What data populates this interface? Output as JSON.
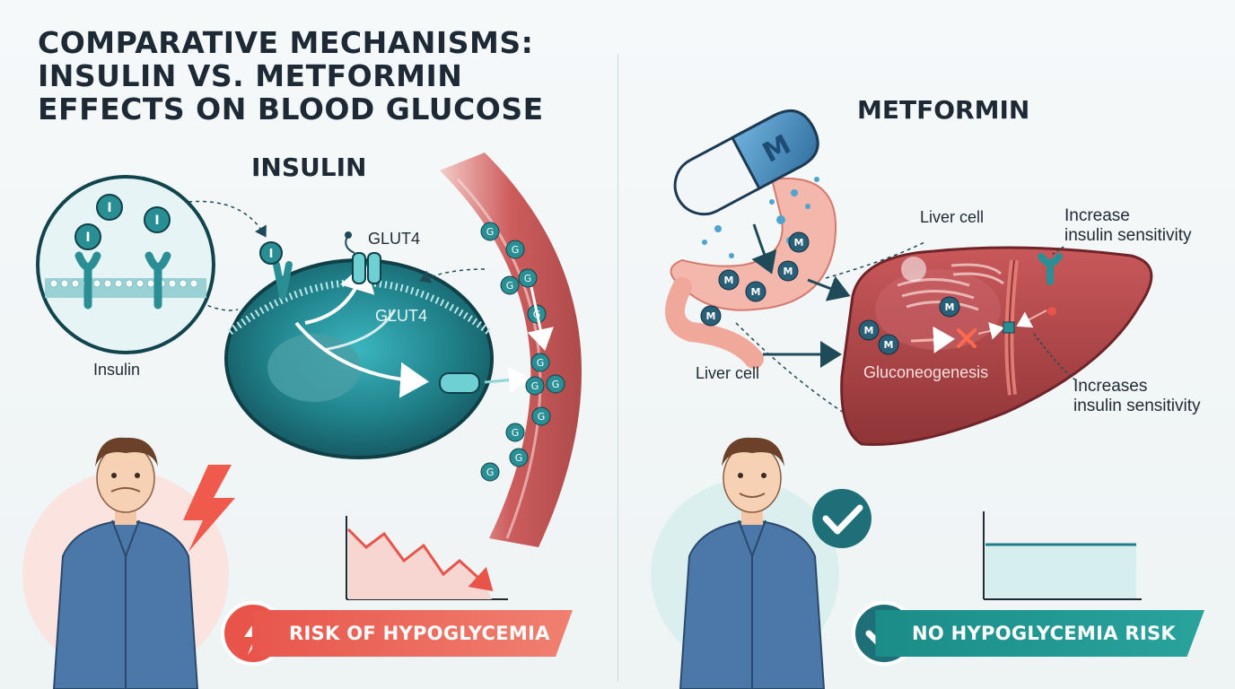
{
  "title": {
    "line1": "COMPARATIVE MECHANISMS:",
    "line2": "INSULIN VS. METFORMIN",
    "line3": "EFFECTS ON BLOOD GLUCOSE"
  },
  "insulin_panel": {
    "heading": "INSULIN",
    "insulin_label": "Insulin",
    "glut4_top": "GLUT4",
    "glut4_inner": "GLUT4",
    "receptor_letter": "I",
    "glucose_letter": "G",
    "risk_banner": "RISK OF HYPOGLYCEMIA"
  },
  "metformin_panel": {
    "heading": "METFORMIN",
    "pill_letter": "M",
    "metformin_letter": "M",
    "liver_cell_top": "Liver cell",
    "liver_cell_left": "Liver cell",
    "increase_sensitivity": "Increase\ninsulin sensitivity",
    "increases_sensitivity": "Increases\ninsulin sensitivity",
    "gluconeogenesis": "Gluconeogenesis",
    "no_risk_banner": "NO HYPOGLYCEMIA RISK"
  },
  "colors": {
    "teal": "#1a8b86",
    "red": "#e8534a",
    "liver": "#b5464a",
    "cell": "#1f6f78"
  }
}
